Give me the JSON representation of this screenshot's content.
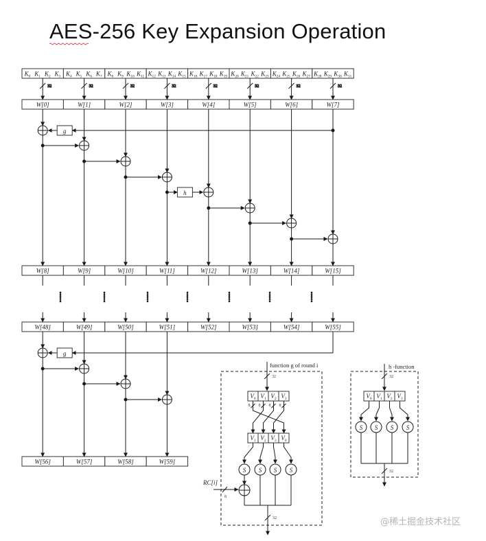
{
  "title": "AES-256 Key Expansion Operation",
  "watermark": "@稀土掘金技术社区",
  "key_row": {
    "groups": [
      [
        "K0",
        "K1",
        "K2",
        "K3"
      ],
      [
        "K4",
        "K5",
        "K6",
        "K7"
      ],
      [
        "K8",
        "K9",
        "K10",
        "K11"
      ],
      [
        "K12",
        "K13",
        "K14",
        "K15"
      ],
      [
        "K16",
        "K17",
        "K18",
        "K19"
      ],
      [
        "K20",
        "K21",
        "K22",
        "K23"
      ],
      [
        "K24",
        "K25",
        "K26",
        "K27"
      ],
      [
        "K28",
        "K29",
        "K30",
        "K31"
      ]
    ],
    "bus_width": "32"
  },
  "word_rows": [
    {
      "words": [
        "W[0]",
        "W[1]",
        "W[2]",
        "W[3]",
        "W[4]",
        "W[5]",
        "W[6]",
        "W[7]"
      ]
    },
    {
      "words": [
        "W[8]",
        "W[9]",
        "W[10]",
        "W[11]",
        "W[12]",
        "W[13]",
        "W[14]",
        "W[15]"
      ]
    },
    {
      "words": [
        "W[48]",
        "W[49]",
        "W[50]",
        "W[51]",
        "W[52]",
        "W[53]",
        "W[54]",
        "W[55]"
      ]
    },
    {
      "words": [
        "W[56]",
        "W[57]",
        "W[58]",
        "W[59]"
      ]
    }
  ],
  "functions": {
    "g_label": "g",
    "h_label": "h"
  },
  "g_detail": {
    "caption": "function g of round i",
    "input_width": "32",
    "input_bytes": [
      "V0",
      "V1",
      "V2",
      "V3"
    ],
    "byte_width": "8",
    "rotated_bytes": [
      "V1",
      "V2",
      "V3",
      "V0"
    ],
    "sbox_label": "S",
    "round_constant": "RC[i]",
    "rc_width": "8",
    "output_width": "32"
  },
  "h_detail": {
    "caption": "h -function",
    "input_width": "32",
    "input_bytes": [
      "V0",
      "V1",
      "V2",
      "V3"
    ],
    "sbox_label": "S",
    "output_width": "32"
  },
  "colors": {
    "line": "#1a1a1a",
    "box_border": "#333333",
    "title": "#111111",
    "watermark": "#b5b5b5",
    "spellcheck": "#cc2222"
  }
}
